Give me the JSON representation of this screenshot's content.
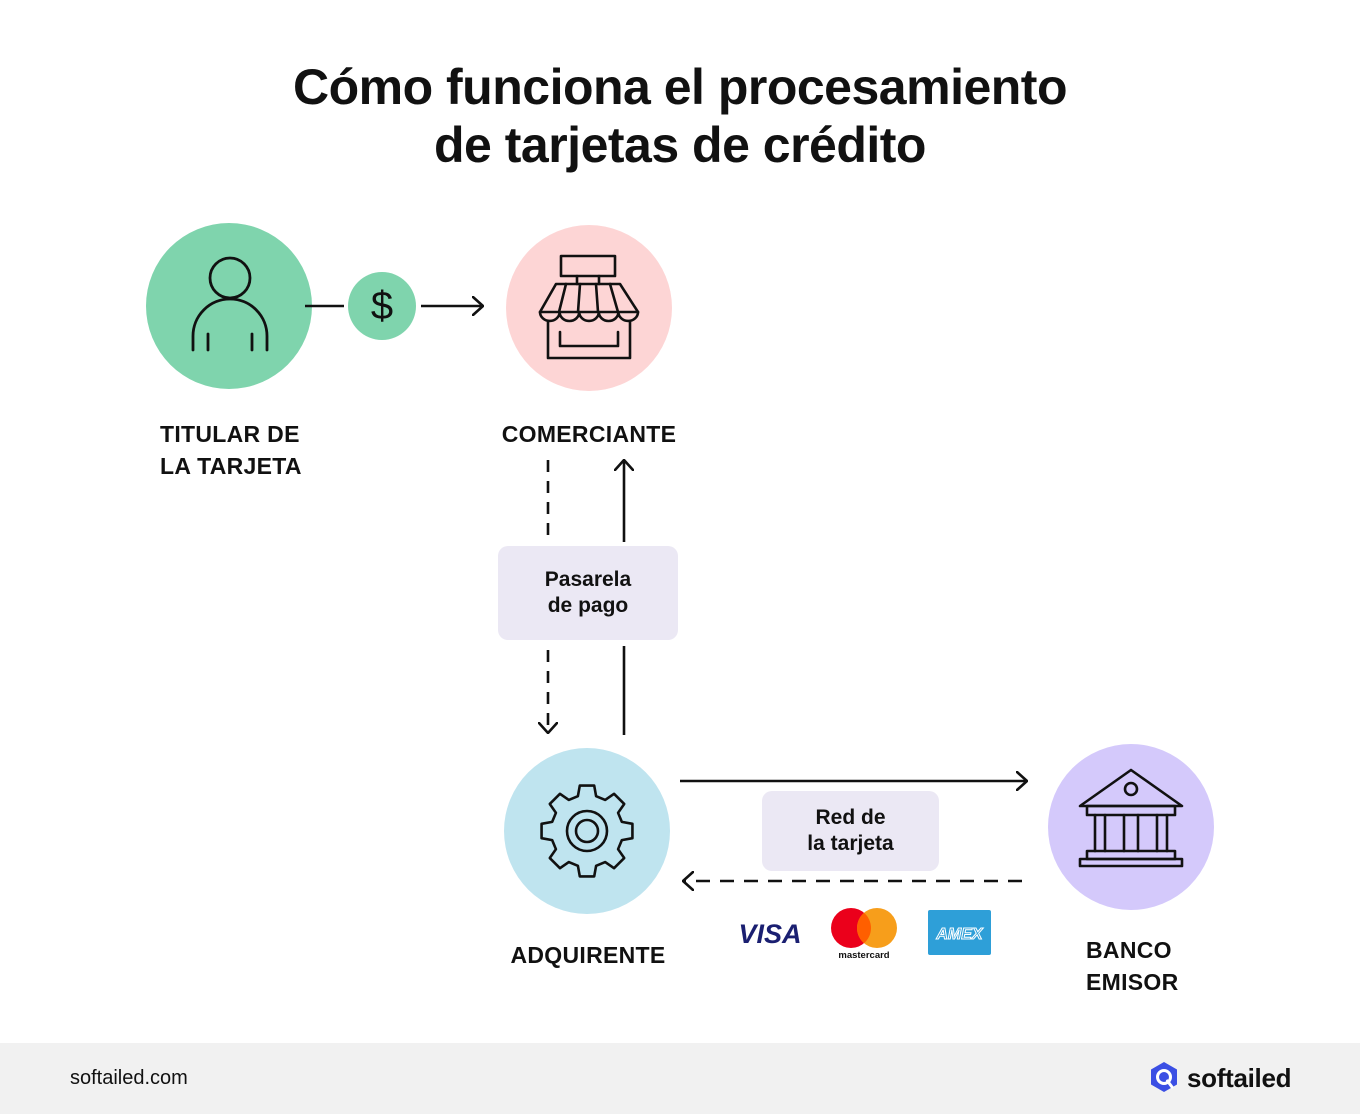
{
  "title": {
    "line1": "Cómo funciona el procesamiento",
    "line2": "de tarjetas de crédito"
  },
  "colors": {
    "cardholder": "#7fd4ad",
    "money": "#7fd4ad",
    "merchant": "#fdd5d5",
    "acquirer": "#bfe4ef",
    "issuer": "#d4c9fb",
    "tag_bg": "#ebe8f4",
    "visa": "#1a1f71",
    "mastercard_red": "#eb001b",
    "mastercard_orange": "#f79e1b",
    "amex": "#2e9fd8",
    "footer_bg": "#f1f1f1",
    "brand_blue": "#3b4fe4"
  },
  "nodes": {
    "cardholder": {
      "icon": "person-icon",
      "label_line1": "TITULAR DE",
      "label_line2": "LA TARJETA"
    },
    "merchant": {
      "icon": "storefront-icon",
      "label": "COMERCIANTE"
    },
    "acquirer": {
      "icon": "gear-icon",
      "label": "ADQUIRENTE"
    },
    "issuer": {
      "icon": "bank-icon",
      "label_line1": "BANCO",
      "label_line2": "EMISOR"
    }
  },
  "money_symbol": "$",
  "tags": {
    "gateway": {
      "line1": "Pasarela",
      "line2": "de pago"
    },
    "network": {
      "line1": "Red de",
      "line2": "la tarjeta"
    }
  },
  "card_brands": {
    "visa": "VISA",
    "mastercard": "mastercard",
    "amex": "AMEX"
  },
  "footer": {
    "url": "softailed.com",
    "brand": "softailed",
    "brand_icon": "softailed-logo-icon"
  }
}
